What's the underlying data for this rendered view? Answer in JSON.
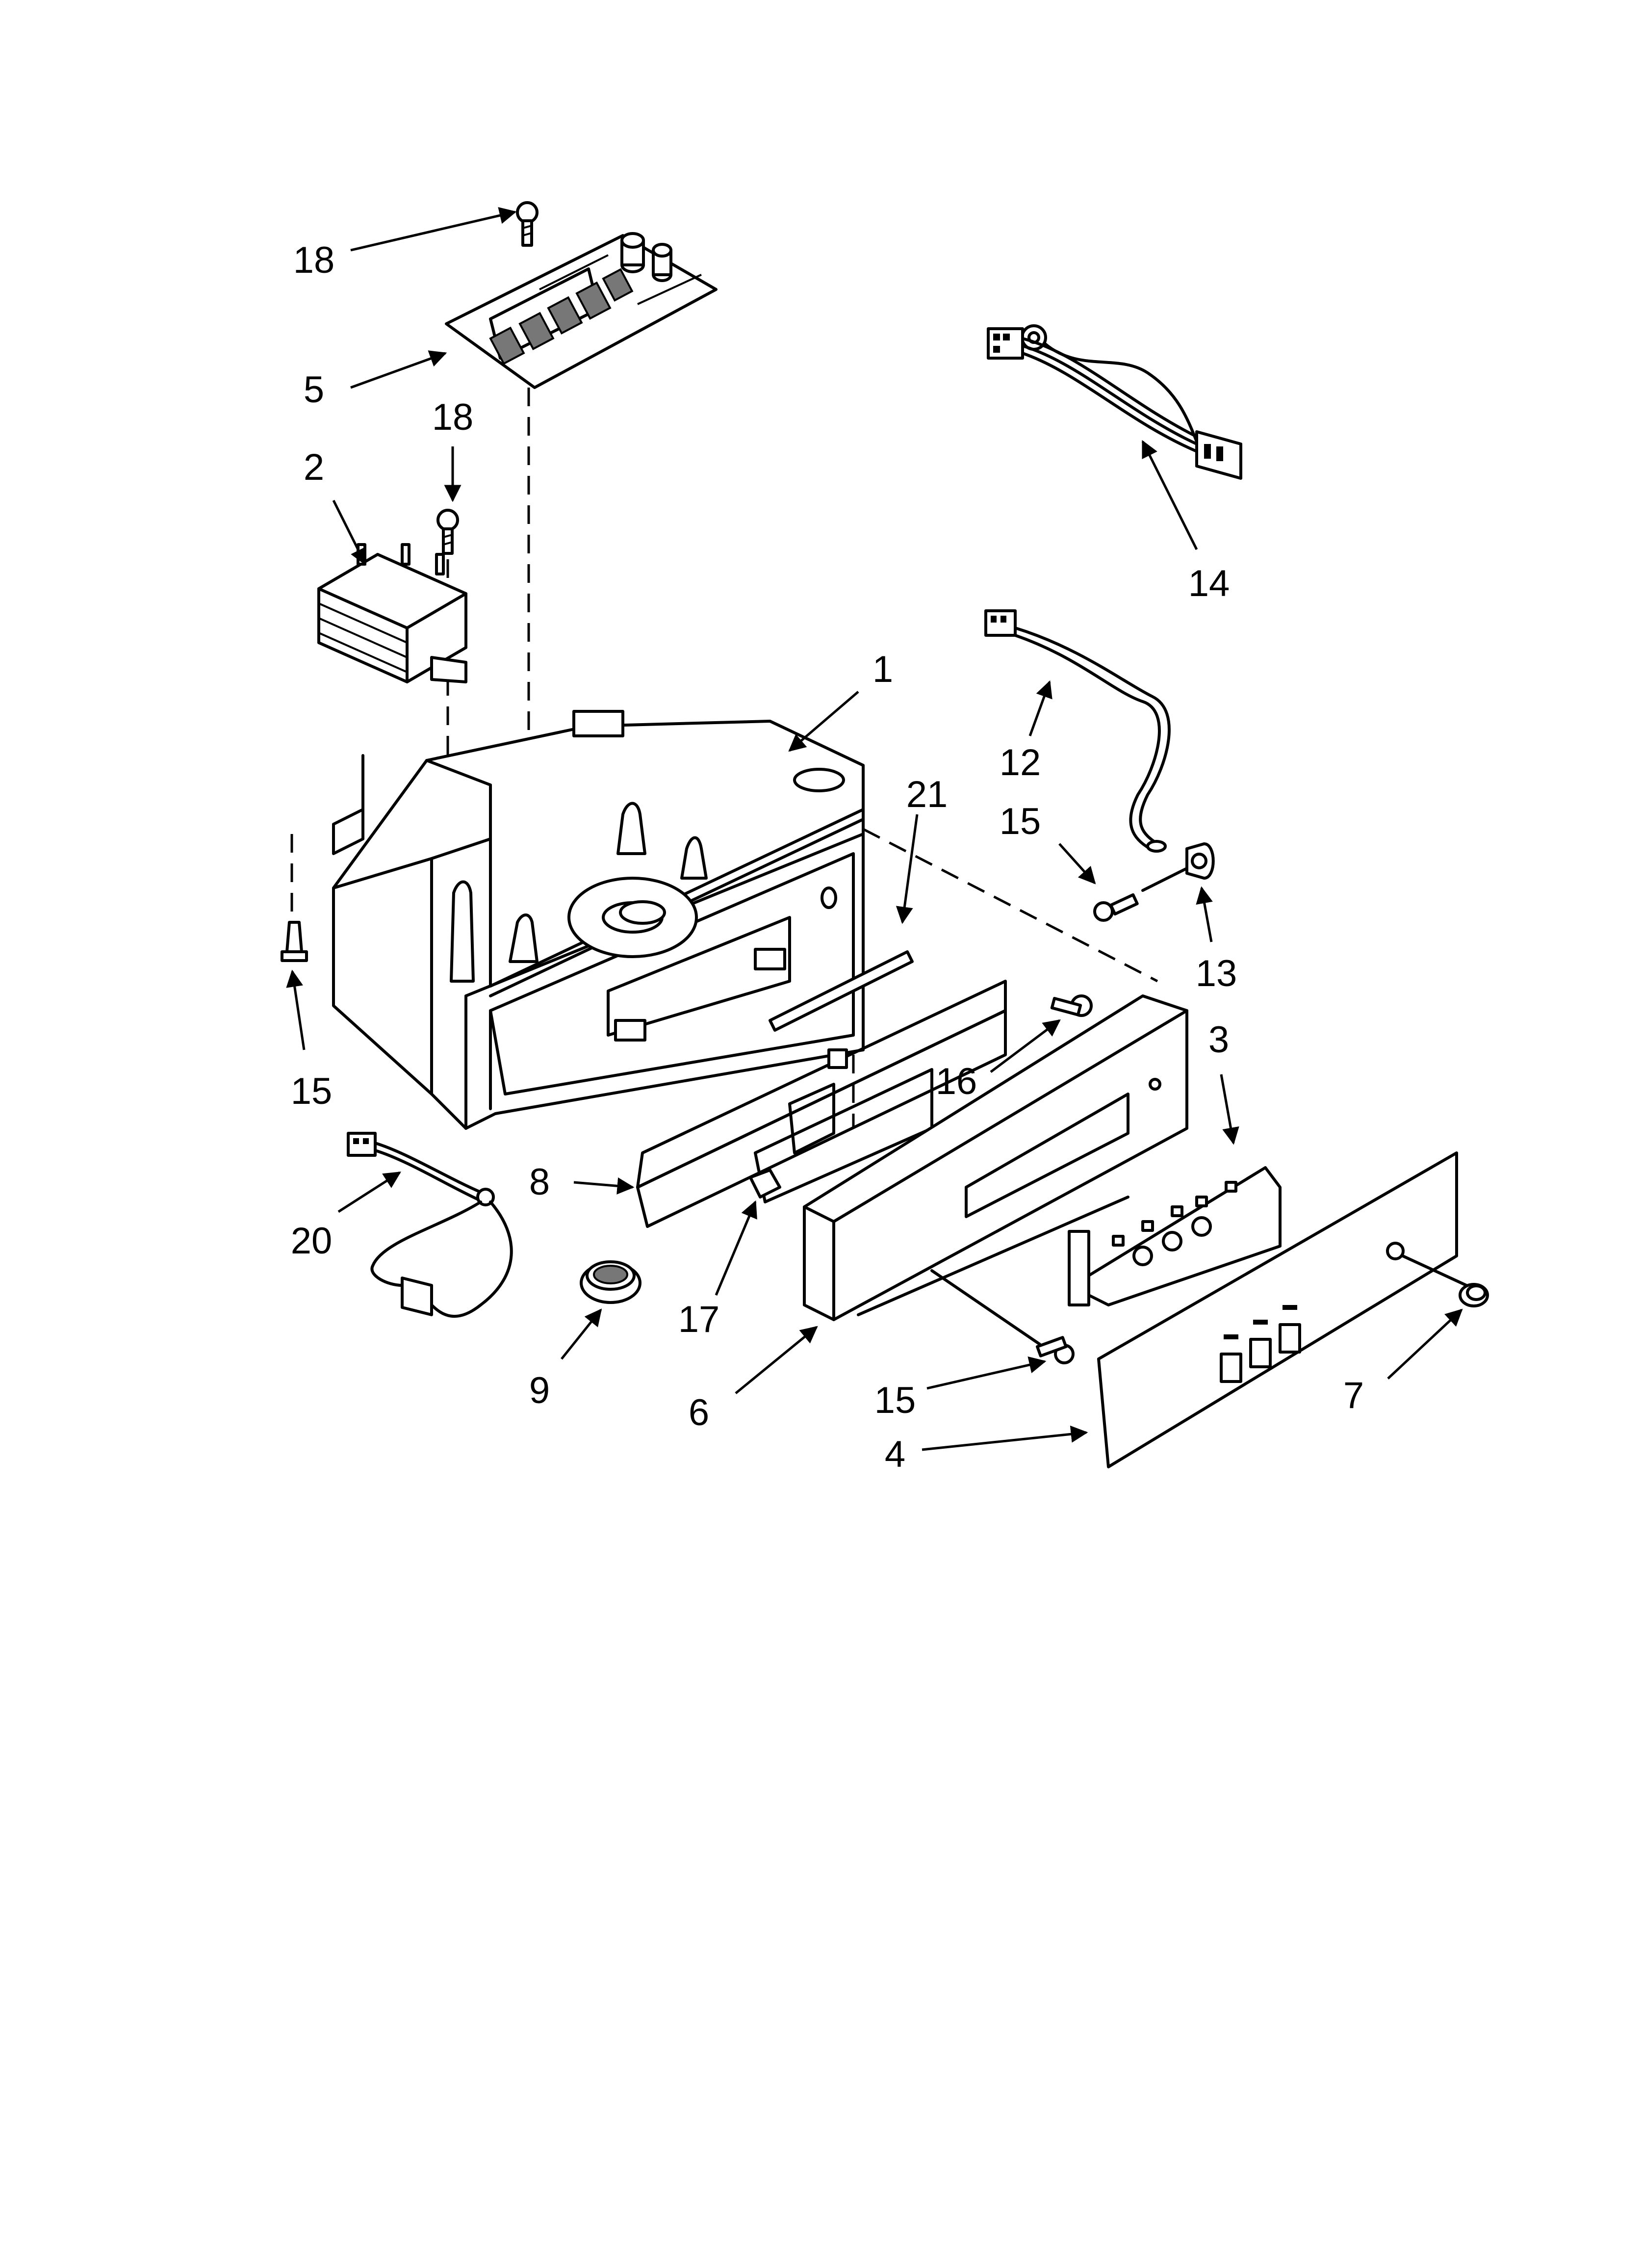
{
  "diagram": {
    "callouts": [
      {
        "id": "c18a",
        "text": "18"
      },
      {
        "id": "c5",
        "text": "5"
      },
      {
        "id": "c18b",
        "text": "18"
      },
      {
        "id": "c2",
        "text": "2"
      },
      {
        "id": "c14",
        "text": "14"
      },
      {
        "id": "c1",
        "text": "1"
      },
      {
        "id": "c21",
        "text": "21"
      },
      {
        "id": "c12",
        "text": "12"
      },
      {
        "id": "c15a",
        "text": "15"
      },
      {
        "id": "c13",
        "text": "13"
      },
      {
        "id": "c15b",
        "text": "15"
      },
      {
        "id": "c3",
        "text": "3"
      },
      {
        "id": "c16",
        "text": "16"
      },
      {
        "id": "c8",
        "text": "8"
      },
      {
        "id": "c20",
        "text": "20"
      },
      {
        "id": "c17",
        "text": "17"
      },
      {
        "id": "c9",
        "text": "9"
      },
      {
        "id": "c6",
        "text": "6"
      },
      {
        "id": "c15c",
        "text": "15"
      },
      {
        "id": "c7",
        "text": "7"
      },
      {
        "id": "c4",
        "text": "4"
      }
    ]
  }
}
